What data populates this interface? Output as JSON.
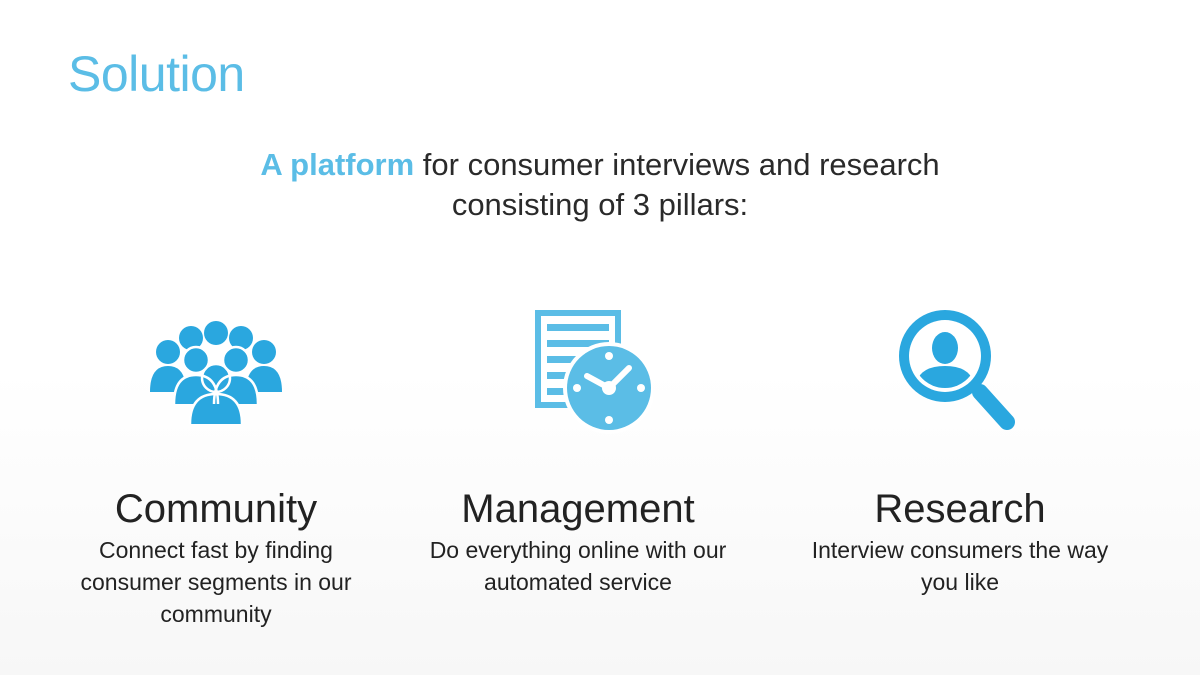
{
  "slide": {
    "title": "Solution",
    "subtitle": {
      "accent": "A platform",
      "line1_rest": " for consumer interviews and research",
      "line2": "consisting of 3 pillars:"
    },
    "pillars": [
      {
        "icon": "people-group-icon",
        "heading": "Community",
        "description": "Connect fast by finding consumer segments in our community"
      },
      {
        "icon": "document-clock-icon",
        "heading": "Management",
        "description": "Do everything online with our automated service"
      },
      {
        "icon": "magnifier-person-icon",
        "heading": "Research",
        "description": "Interview consumers the way you like"
      }
    ]
  },
  "colors": {
    "accent": "#5bbde6",
    "text": "#222222",
    "background": "#ffffff"
  }
}
